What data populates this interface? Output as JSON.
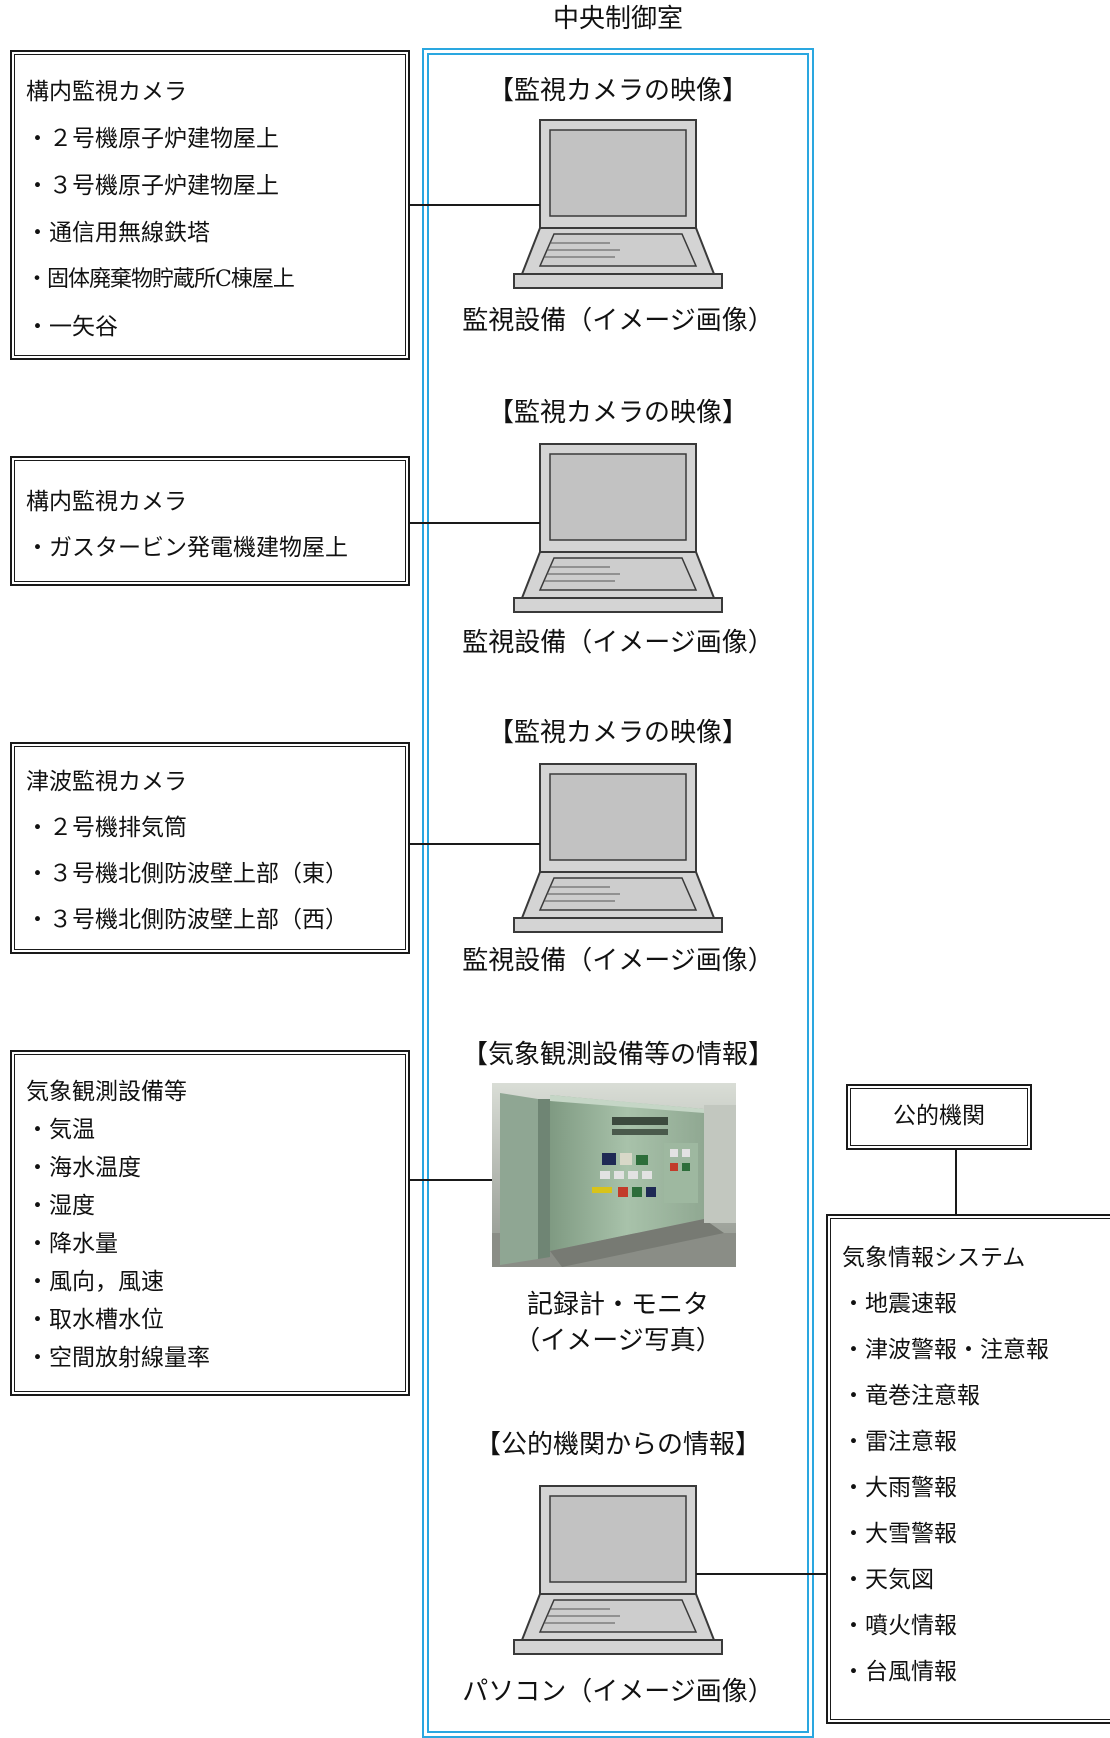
{
  "room_title": "中央制御室",
  "cam1": {
    "heading": "【監視カメラの映像】",
    "caption": "監視設備（イメージ画像）",
    "source_title": "構内監視カメラ",
    "items": [
      "・２号機原子炉建物屋上",
      "・３号機原子炉建物屋上",
      "・通信用無線鉄塔",
      "・固体廃棄物貯蔵所C棟屋上",
      "・一矢谷"
    ]
  },
  "cam2": {
    "heading": "【監視カメラの映像】",
    "caption": "監視設備（イメージ画像）",
    "source_title": "構内監視カメラ",
    "items": [
      "・ガスタービン発電機建物屋上"
    ]
  },
  "cam3": {
    "heading": "【監視カメラの映像】",
    "caption": "監視設備（イメージ画像）",
    "source_title": "津波監視カメラ",
    "items": [
      "・２号機排気筒",
      "・３号機北側防波壁上部（東）",
      "・３号機北側防波壁上部（西）"
    ]
  },
  "weather": {
    "heading": "【気象観測設備等の情報】",
    "caption_line1": "記録計・モニタ",
    "caption_line2": "（イメージ写真）",
    "source_title": "気象観測設備等",
    "items": [
      "・気温",
      "・海水温度",
      "・湿度",
      "・降水量",
      "・風向，風速",
      "・取水槽水位",
      "・空間放射線量率"
    ]
  },
  "public": {
    "heading": "【公的機関からの情報】",
    "caption": "パソコン（イメージ画像）",
    "agency_label": "公的機関",
    "system_title": "気象情報システム",
    "items": [
      "・地震速報",
      "・津波警報・注意報",
      "・竜巻注意報",
      "・雷注意報",
      "・大雨警報",
      "・大雪警報",
      "・天気図",
      "・噴火情報",
      "・台風情報"
    ]
  },
  "colors": {
    "room_frame": "#2aa7e0",
    "line": "#1a1a1a",
    "device_fill": "#d4d4d4",
    "device_screen": "#c2c2c2",
    "device_stroke": "#3a3a3a"
  },
  "icons": {
    "device": "laptop-icon",
    "photo": "control-panel-photo"
  }
}
